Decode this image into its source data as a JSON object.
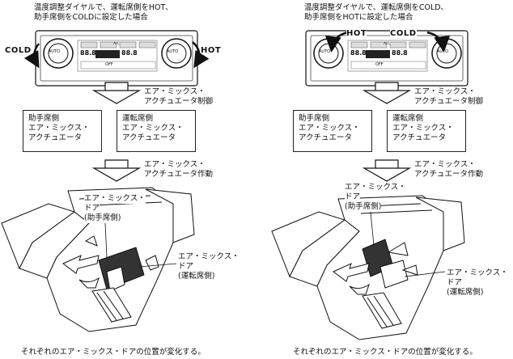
{
  "left": {
    "condition": [
      "温度調整ダイヤルで、運転席側をHOT、",
      "助手席側をCOLDに設定した場合"
    ],
    "dial_left_label": "COLD",
    "dial_right_label": "HOT",
    "control_label": [
      "エア・ミックス・",
      "アクチュエータ制御"
    ],
    "box_passenger": [
      "助手席側",
      "エア・ミックス・",
      "アクチュエータ"
    ],
    "box_driver": [
      "運転席側",
      "エア・ミックス・",
      "アクチュエータ"
    ],
    "action_label": [
      "エア・ミックス・",
      "アクチュエータ作動"
    ],
    "door_passenger": [
      "エア・ミックス・",
      "ドア",
      "(助手席側)"
    ],
    "door_driver": [
      "エア・ミックス・",
      "ドア",
      "(運転席側)"
    ],
    "footer": "それぞれのエア・ミックス・ドアの位置が変化する。"
  },
  "right": {
    "condition": [
      "温度調整ダイヤルで、運転席側をCOLD、",
      "助手席側をHOTに設定した場合"
    ],
    "dial_left_label": "HOT",
    "dial_right_label": "COLD",
    "control_label": [
      "エア・ミックス・",
      "アクチュエータ制御"
    ],
    "box_passenger": [
      "助手席側",
      "エア・ミックス・",
      "アクチュエータ"
    ],
    "box_driver": [
      "運転席側",
      "エア・ミックス・",
      "アクチュエータ"
    ],
    "action_label": [
      "エア・ミックス・",
      "アクチュエータ作動"
    ],
    "door_passenger": [
      "エア・ミックス・",
      "ドア",
      "(助手席側)"
    ],
    "door_driver": [
      "エア・ミックス・",
      "ドア",
      "(運転席側)"
    ],
    "footer": "それぞれのエア・ミックス・ドアの位置が変化する。"
  },
  "panel": {
    "temp_display": "88.8",
    "btn_auto": "AUTO",
    "btn_off": "OFF",
    "btn_ac": "A/C"
  }
}
